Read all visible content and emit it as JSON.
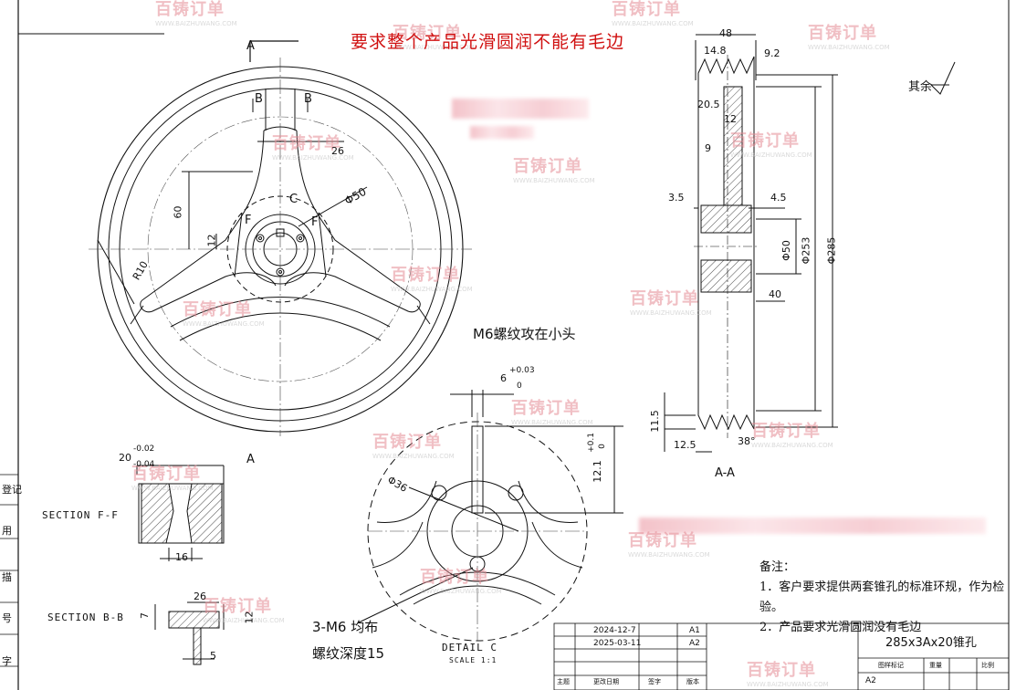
{
  "title_note": "要求整个产品光滑圆润不能有毛边",
  "surface_finish": "其余",
  "main_view": {
    "section_a_top": "A",
    "section_a_bottom": "A",
    "b_left": "B",
    "b_right": "B",
    "c_label": "C",
    "f_left": "F",
    "f_right": "F",
    "dim_26": "26",
    "dim_60": "60",
    "dim_12": "12",
    "dim_phi50": "Φ50",
    "dim_r10": "R10",
    "thread_note": "M6螺纹攻在小头"
  },
  "section_aa": {
    "caption": "A-A",
    "dim_48": "48",
    "dim_14_8": "14.8",
    "dim_9_2": "9.2",
    "dim_20_5": "20.5",
    "dim_12": "12",
    "dim_9": "9",
    "dim_3_5": "3.5",
    "dim_4_5": "4.5",
    "dim_phi50": "Φ50",
    "dim_phi253": "Φ253",
    "dim_phi285": "Φ285",
    "dim_40": "40",
    "dim_11_5": "11.5",
    "dim_12_5": "12.5",
    "dim_38": "38°"
  },
  "detail_c": {
    "key_width": "6",
    "key_tol_upper": "+0.03",
    "key_tol_lower": "0",
    "key_depth": "12.1",
    "depth_tol_upper": "+0.1",
    "depth_tol_lower": "0",
    "dim_phi36": "Φ36",
    "holes_note": "3-M6 均布",
    "depth_note": "螺纹深度15",
    "caption": "DETAIL C",
    "scale": "SCALE 1:1"
  },
  "section_ff": {
    "caption": "SECTION F-F",
    "dim_20": "20",
    "tol_upper": "-0.02",
    "tol_lower": "-0.04",
    "dim_16": "16"
  },
  "section_bb": {
    "caption": "SECTION B-B",
    "dim_26": "26",
    "dim_7": "7",
    "dim_12": "12",
    "dim_5": "5"
  },
  "notes": {
    "heading": "备注：",
    "items": [
      "1．客户要求提供两套锥孔的标准环规，作为检验。",
      "2．产品要求光滑圆润没有毛边"
    ]
  },
  "title_block": {
    "part_name": "285x3Ax20锥孔",
    "rev_rows": [
      {
        "date": "2024-12-7",
        "rev": "A1"
      },
      {
        "date": "2025-03-11",
        "rev": "A2"
      }
    ],
    "col_headers": [
      "主题",
      "更改日期",
      "签字",
      "版本"
    ],
    "right_headers": [
      "图样标记",
      "重量",
      "比例"
    ],
    "rev_current": "A2"
  },
  "left_edge_labels": [
    "登记",
    "用",
    "描",
    "号",
    "字"
  ],
  "watermark": {
    "brand": "百铸订单",
    "url": "WWW.BAIZHUWANG.COM",
    "color": "#e58c95"
  }
}
